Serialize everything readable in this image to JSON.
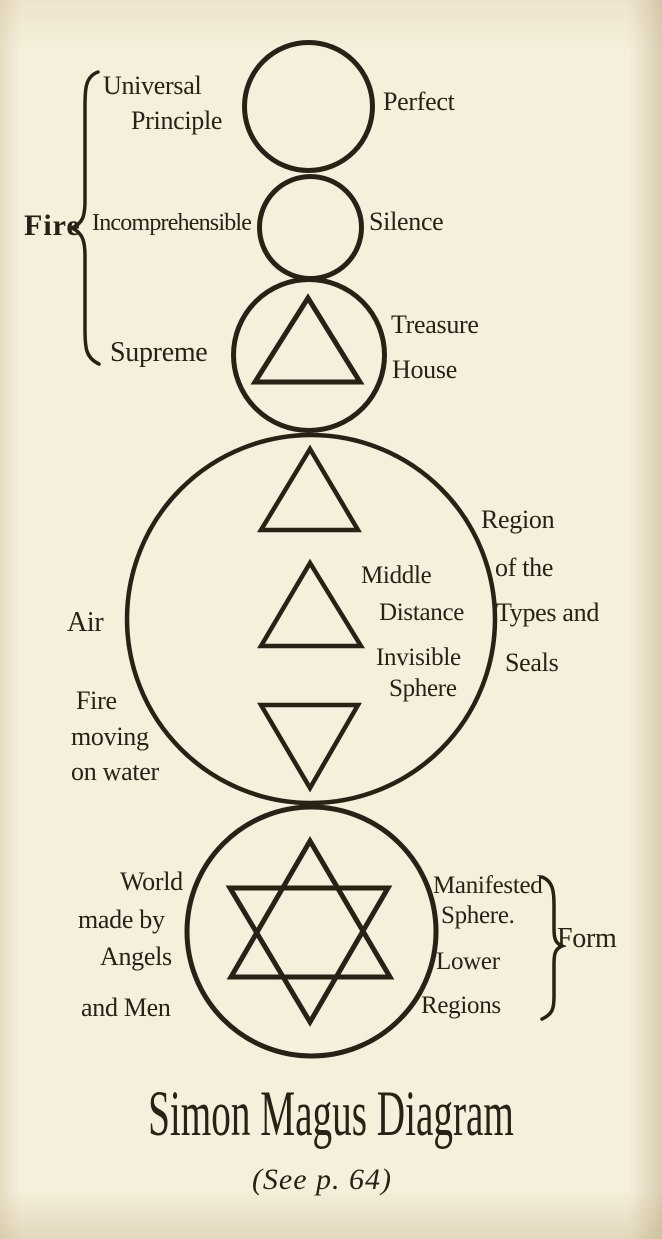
{
  "palette": {
    "paper": "#f5efdb",
    "ink": "#292116"
  },
  "fire_group": {
    "brace_label": "Fire",
    "universal": [
      "Universal",
      "Principle"
    ],
    "incomprehensible": "Incomprehensible",
    "supreme": "Supreme",
    "perfect": "Perfect",
    "silence": "Silence",
    "treasure_house": [
      "Treasure",
      "House"
    ]
  },
  "middle_group": {
    "air": "Air",
    "fire_moving": [
      "Fire",
      "moving",
      "on water"
    ],
    "inner_label": [
      "Middle",
      "Distance",
      "Invisible",
      "Sphere"
    ],
    "region_label": [
      "Region",
      "of the",
      "Types and",
      "Seals"
    ]
  },
  "lower_group": {
    "world_label": [
      "World",
      "made by",
      "Angels",
      "and Men"
    ],
    "manifested_label": [
      "Manifested",
      "Sphere.",
      "Lower",
      "Regions"
    ],
    "brace_label": "Form"
  },
  "caption": {
    "title": "Simon Magus Diagram",
    "reference": "(See p. 64)"
  }
}
